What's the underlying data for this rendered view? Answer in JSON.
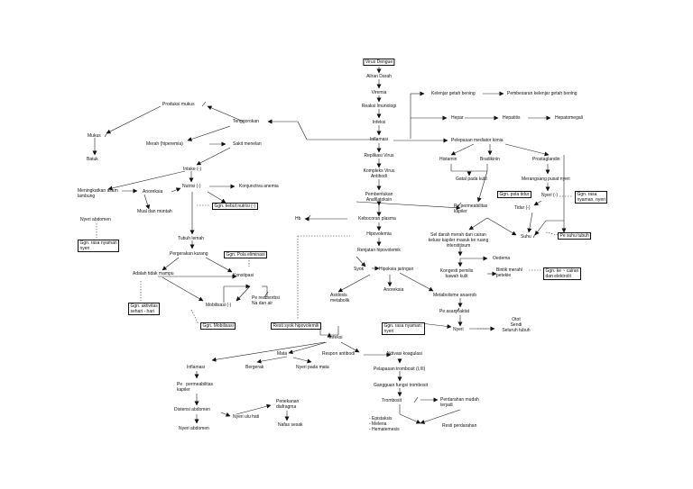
{
  "diagram": {
    "nodes": {
      "virus_dengue": "Virus Dengue",
      "aliran_darah": "Aliran Darah",
      "viremia": "Viremia",
      "reaksi_imunologi": "Reaksi Imunologi",
      "infeksi_top": "Infeksi",
      "inflamasi_top": "Inflamasi",
      "replikasi_virus": "Replikasi Virus",
      "kompleks_virus": "Kompleks Virus\nAntibodi",
      "pembentukan_anafilatoksin": "Pembentukan\nAnafilatoksin",
      "kebocoran_plasma": "Kebocoran plasma",
      "hipovolemia": "Hipovolemia",
      "renjatan": "Renjatan hipovolemik",
      "syok": "Syok",
      "hipoksia": "Hipoksia jaringan",
      "asidosis": "Asidosis\nmetabolik",
      "anoreksia_mid": "Anoreksia",
      "metabolisme_anaerob": "Metabolisme anaerob",
      "pe_asam_laktat": "Pe asam laktat",
      "nyeri_mid": "Nyeri",
      "otot_sendi": "Otot\nSendi\nSeluruh tubuh",
      "gg_nyaman_mid": "Ggn. rasa nyaman:\nnyeri",
      "kelenjar_getah": "Kelenjar getah bening",
      "pembesaran_kelenjar": "Pembesaran kelenjar getah bening",
      "hepar": "Hepar",
      "hepatitis": "Hepatitis",
      "hepatomegali": "Hepatomegali",
      "pelepasan_mediator": "Pelepasan mediator kimia",
      "histamin": "Histamin",
      "bradikinin": "Bradikinin",
      "prostaglandin": "Prostaglandin",
      "gatal": "Gatal pada kulit",
      "merangsang": "Merangsang pusat nyeri",
      "gg_pola_tidur": "Ggn. pola tidur",
      "nyeri_right": "Nyeri (-)",
      "gg_nyaman_right": "Ggn. rasa\nnyaman, nyeri",
      "tidur": "Tidur (-)",
      "pe_permeabilitas": "Pe permeabilitas\nkapiler",
      "suhu": "Suhu",
      "pe_suhu": "Pe suhu tubuh",
      "sel_darah": "Sel darah merah dan cairan\nkeluar kapiler masuk ke ruang\ninterstitisum",
      "oedema": "Oedema",
      "kongesti": "Kongesti pemilis\nbawah kulit",
      "bintik": "Bintik merah/\npetekie",
      "gg_cairan": "Ggn. ke ~ cairan\ndan elektrolit",
      "hb": "Hb",
      "produksi_mukus": "Produksi mukus",
      "mukus": "Mukus",
      "batuk": "Batuk",
      "tenggorokan": "Tenggorokan",
      "merah": "Merah (hiperemia)",
      "sakit_menelan": "Sakit menelan",
      "intake": "Intake (-)",
      "meningkatkan_asam": "Meningkatkan asam\nlambung",
      "anoreksia_left": "Anoreksia",
      "nutrisi": "Nutrisi (-)",
      "konjunctiva": "Konjunctiva anemia",
      "mual": "Mual dan muntah",
      "gg_kebut_nutrisi": "Ggn. kebut nutrisi (-)",
      "nyeri_abdomen_left": "Nyeri abdomen",
      "gg_nyaman_left": "Ggn. rasa nyaman\nnyeri",
      "tubuh_lemah": "Tubuh lemah",
      "pergerakan": "Pergerakan kurang",
      "gg_pola_eliminasi": "Ggn. Pola eliminasi",
      "adalah_tidak": "Adalah tidak mampu",
      "konstipasi": "Konstipasi",
      "gg_aktivitas": "Ggn. aktivitas\nsehari - hari",
      "mobilisasi": "Mobilisasi (-)",
      "pe_reabsorbsi": "Pe reabsorbsi\nNa dan air",
      "gg_mobilisasi": "Ggn. Mobilisasi",
      "resiti_syok": "Resti syok hipovolemik",
      "infeksi_bottom": "Infeksi",
      "mata": "Mata",
      "respon_antibodi": "Respon antibodi",
      "inflamasi_bottom": "Inflamasi",
      "bergerak": "Bergerak",
      "nyeri_mata": "Nyeri pada mata",
      "aktivasi_koagulasi": "Aktivasi koagulasi",
      "pelepasan_trombosit": "Pelapasan trombosit (I,III)",
      "gangguan_fungsi": "Gangguan fungsi trombosit",
      "trombosit": "Trombosit",
      "perdarahan_mudah": "Perdarahan mudah\nterjadi",
      "epistaksis": "- Epistaksis\n- Melena\n- Hematemesis",
      "resiti_perdarahan": "Resti perdarahan",
      "pe_permeabilitas_bottom": "Pe   permeabilitas\nkapiler",
      "distensi": "Distensi abdomen",
      "nyeri_ulu_hati": "Nyeri ulu hati",
      "penekanan": "Penekanan\ndiafragma",
      "nyeri_abdomen_bottom": "Nyeri abdomen",
      "nafas_sesak": "Nafas sesak"
    }
  }
}
